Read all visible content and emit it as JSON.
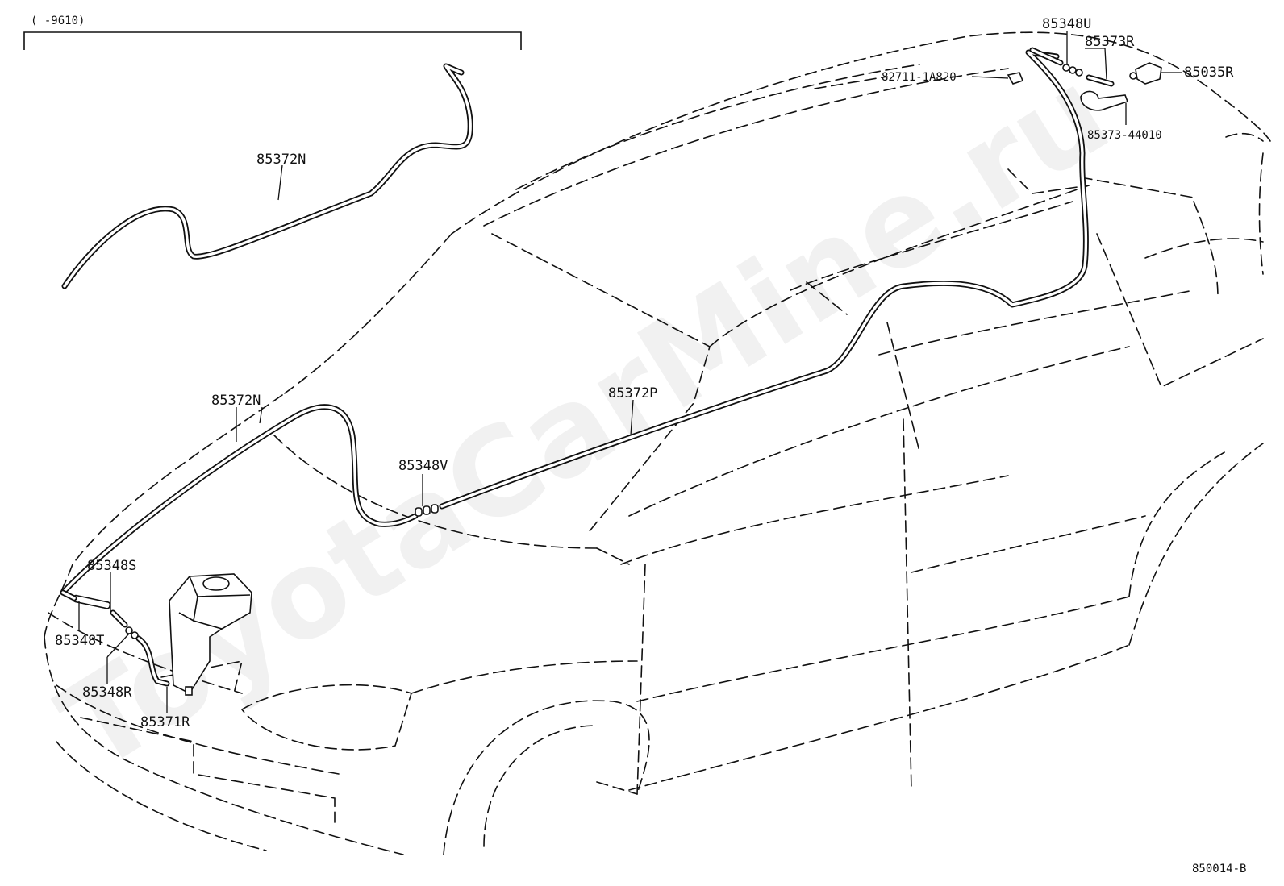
{
  "diagram": {
    "range_note": "(      -9610)",
    "diagram_code": "850014-B",
    "watermark": "ToyotaCarMine.ru",
    "labels": {
      "p85372N_top": "85372N",
      "p85372N": "85372N",
      "p85372P": "85372P",
      "p85348V": "85348V",
      "p85348U": "85348U",
      "p85373R": "85373R",
      "p82711": "82711-1A820",
      "p85035R": "85035R",
      "p85373_44010": "85373-44010",
      "p85348S": "85348S",
      "p85348T": "85348T",
      "p85348R": "85348R",
      "p85371R": "85371R"
    }
  }
}
